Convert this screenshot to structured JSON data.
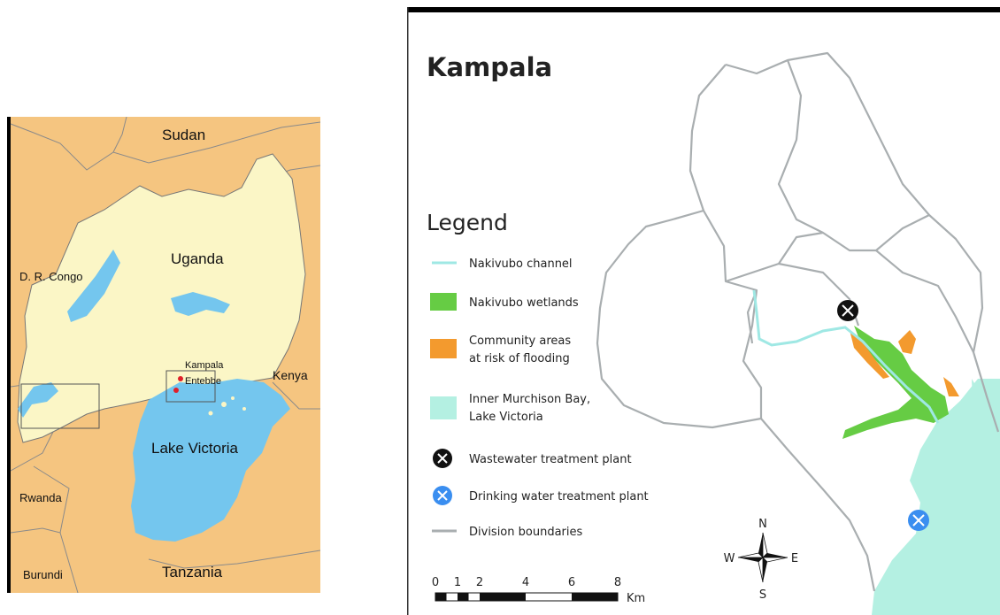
{
  "overview_map": {
    "labels": {
      "sudan": "Sudan",
      "uganda": "Uganda",
      "drc": "D. R. Congo",
      "kenya": "Kenya",
      "kampala": "Kampala",
      "entebbe": "Entebbe",
      "lake_victoria": "Lake Victoria",
      "rwanda": "Rwanda",
      "burundi": "Burundi",
      "tanzania": "Tanzania"
    },
    "colors": {
      "land_outside": "#f5c580",
      "uganda": "#fbf6c6",
      "water": "#74c6ee",
      "city_marker": "#e0202a"
    }
  },
  "kampala_map": {
    "title": "Kampala",
    "legend": {
      "heading": "Legend",
      "items": [
        {
          "label": "Nakivubo channel",
          "symbol": "line",
          "color": "#9fe8e4"
        },
        {
          "label": "Nakivubo wetlands",
          "symbol": "box",
          "color": "#66cc44"
        },
        {
          "label": "Community areas",
          "label2": "at risk of flooding",
          "symbol": "box",
          "color": "#f39a2e"
        },
        {
          "label": "Inner Murchison Bay,",
          "label2": "Lake Victoria",
          "symbol": "box",
          "color": "#b4f0e2"
        },
        {
          "label": "Wastewater treatment plant",
          "symbol": "wwtp-icon",
          "color": "#111111"
        },
        {
          "label": "Drinking water treatment plant",
          "symbol": "dwtp-icon",
          "color": "#3a8ef0"
        },
        {
          "label": "Division boundaries",
          "symbol": "line",
          "color": "#a9aeb0"
        }
      ]
    },
    "compass": {
      "n": "N",
      "e": "E",
      "s": "S",
      "w": "W"
    },
    "scale_bar": {
      "ticks": [
        "0",
        "1",
        "2",
        "4",
        "6",
        "8"
      ],
      "unit": "Km"
    }
  }
}
